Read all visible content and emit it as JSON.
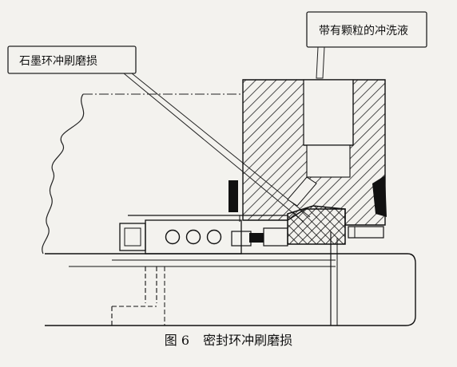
{
  "figure": {
    "callouts": {
      "graphite_erosion": "石墨环冲刷磨损",
      "particle_flush": "带有颗粒的冲洗液"
    },
    "caption": {
      "number": "图 6",
      "title": "密封环冲刷磨损"
    }
  }
}
